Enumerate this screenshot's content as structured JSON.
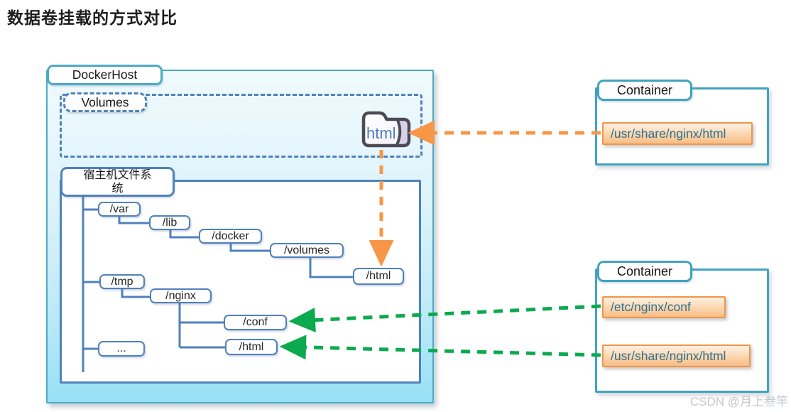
{
  "title": "数据卷挂载的方式对比",
  "watermark": "CSDN @月上叁竿",
  "docker_host": {
    "label": "DockerHost",
    "volumes": {
      "label": "Volumes",
      "folder_label": "html"
    },
    "filesystem": {
      "label": "宿主机文件系统",
      "tree": {
        "var": "/var",
        "lib": "/lib",
        "docker": "/docker",
        "volumes": "/volumes",
        "html_under_volumes": "/html",
        "tmp": "/tmp",
        "nginx": "/nginx",
        "conf": "/conf",
        "html_under_nginx": "/html",
        "more": "..."
      }
    }
  },
  "containers": [
    {
      "label": "Container",
      "mounts": [
        "/usr/share/nginx/html"
      ]
    },
    {
      "label": "Container",
      "mounts": [
        "/etc/nginx/conf",
        "/usr/share/nginx/html"
      ]
    }
  ],
  "colors": {
    "host_box_border": "#4bacc6",
    "host_box_fill_bottom": "#97e0f6",
    "tree_blue": "#4f81bd",
    "container_teal": "#41a3c0",
    "mount_arrow_orange": "#f79646",
    "mount_arrow_green": "#0caa4e",
    "badge_fill": "#f8bd85",
    "badge_text": "#2d7091",
    "folder_text": "#4a7ebb"
  }
}
